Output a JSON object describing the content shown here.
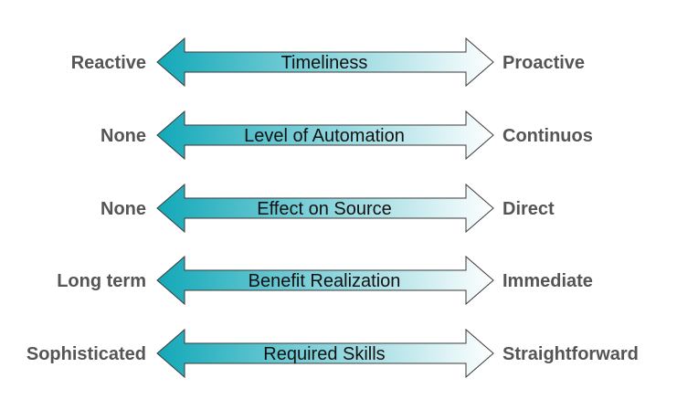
{
  "rows": [
    {
      "left": "Reactive",
      "center": "Timeliness",
      "right": "Proactive"
    },
    {
      "left": "None",
      "center": "Level of Automation",
      "right": "Continuos"
    },
    {
      "left": "None",
      "center": "Effect on Source",
      "right": "Direct"
    },
    {
      "left": "Long term",
      "center": "Benefit Realization",
      "right": "Immediate"
    },
    {
      "left": "Sophisticated",
      "center": "Required Skills",
      "right": "Straightforward"
    }
  ],
  "colors": {
    "arrow_start": "#12a8b8",
    "arrow_end": "#ffffff",
    "arrow_stroke": "#3a3a3a",
    "side_label": "#555555",
    "arrow_label": "#111111"
  }
}
